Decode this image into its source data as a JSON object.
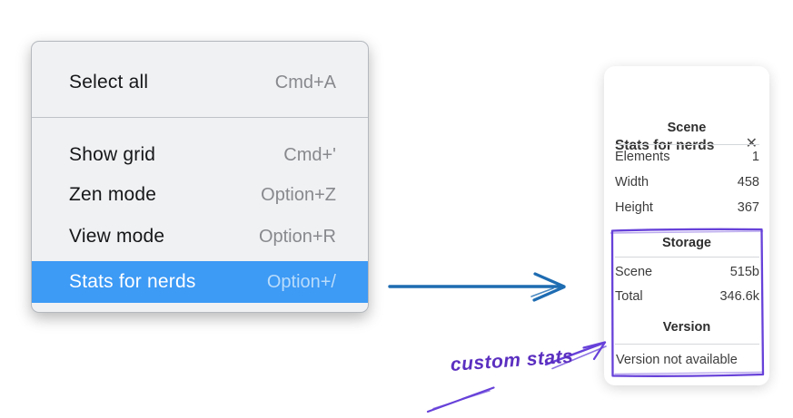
{
  "colors": {
    "menu_highlight": "#3d9af5",
    "menu_background": "#f0f1f3",
    "arrow_blue": "#1e6cb2",
    "annotation_purple": "#6741d9",
    "annotation_text_purple": "#5b2fc0"
  },
  "menu": {
    "items": [
      {
        "label": "Select all",
        "shortcut": "Cmd+A",
        "highlighted": false
      },
      {
        "label": "Show grid",
        "shortcut": "Cmd+'",
        "highlighted": false
      },
      {
        "label": "Zen mode",
        "shortcut": "Option+Z",
        "highlighted": false
      },
      {
        "label": "View mode",
        "shortcut": "Option+R",
        "highlighted": false
      },
      {
        "label": "Stats for nerds",
        "shortcut": "Option+/",
        "highlighted": true
      }
    ]
  },
  "panel": {
    "title": "Stats for nerds",
    "close_icon": "✕",
    "sections": [
      {
        "header": "Scene",
        "rows": [
          {
            "label": "Elements",
            "value": "1"
          },
          {
            "label": "Width",
            "value": "458"
          },
          {
            "label": "Height",
            "value": "367"
          }
        ]
      },
      {
        "header": "Storage",
        "rows": [
          {
            "label": "Scene",
            "value": "515b"
          },
          {
            "label": "Total",
            "value": "346.6k"
          }
        ]
      },
      {
        "header": "Version",
        "note": "Version not available"
      }
    ]
  },
  "annotation": {
    "label": "custom stats"
  }
}
